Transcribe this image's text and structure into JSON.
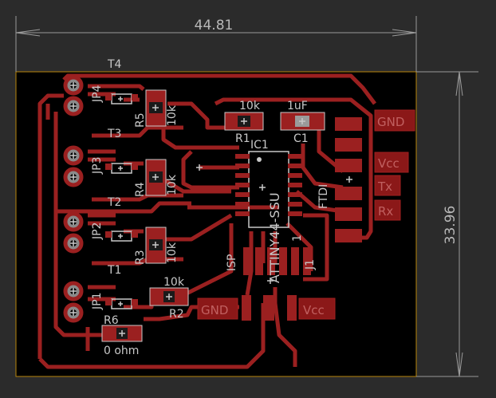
{
  "dimensions": {
    "width": "44.81",
    "height": "33.96"
  },
  "board_bg": "#000000",
  "trace_color": "#9b2020",
  "text_color": "#c8c8c8",
  "labels": {
    "T4": "T4",
    "T3": "T3",
    "T2": "T2",
    "T1": "T1",
    "JP4": "JP4",
    "JP3": "JP3",
    "JP2": "JP2",
    "JP1": "JP1",
    "R5": "R5",
    "R4": "R4",
    "R3": "R3",
    "R2": "R2",
    "R6": "R6",
    "R1": "R1",
    "val_r5": "10k",
    "val_r4": "10k",
    "val_r3": "10k",
    "val_r2": "10k",
    "val_r1": "10k",
    "r6_val": "0 ohm",
    "C1": "C1",
    "C1_val": "1uF",
    "IC1": "IC1",
    "chip": "ATTINY44-SSU",
    "FTDI": "FTDI",
    "ISP": "ISP",
    "J1": "J1",
    "one": "1",
    "gnd_top": "GND",
    "vcc_top": "Vcc",
    "tx": "Tx",
    "rx": "Rx",
    "gnd_bottom": "GND",
    "vcc_bottom": "Vcc"
  }
}
